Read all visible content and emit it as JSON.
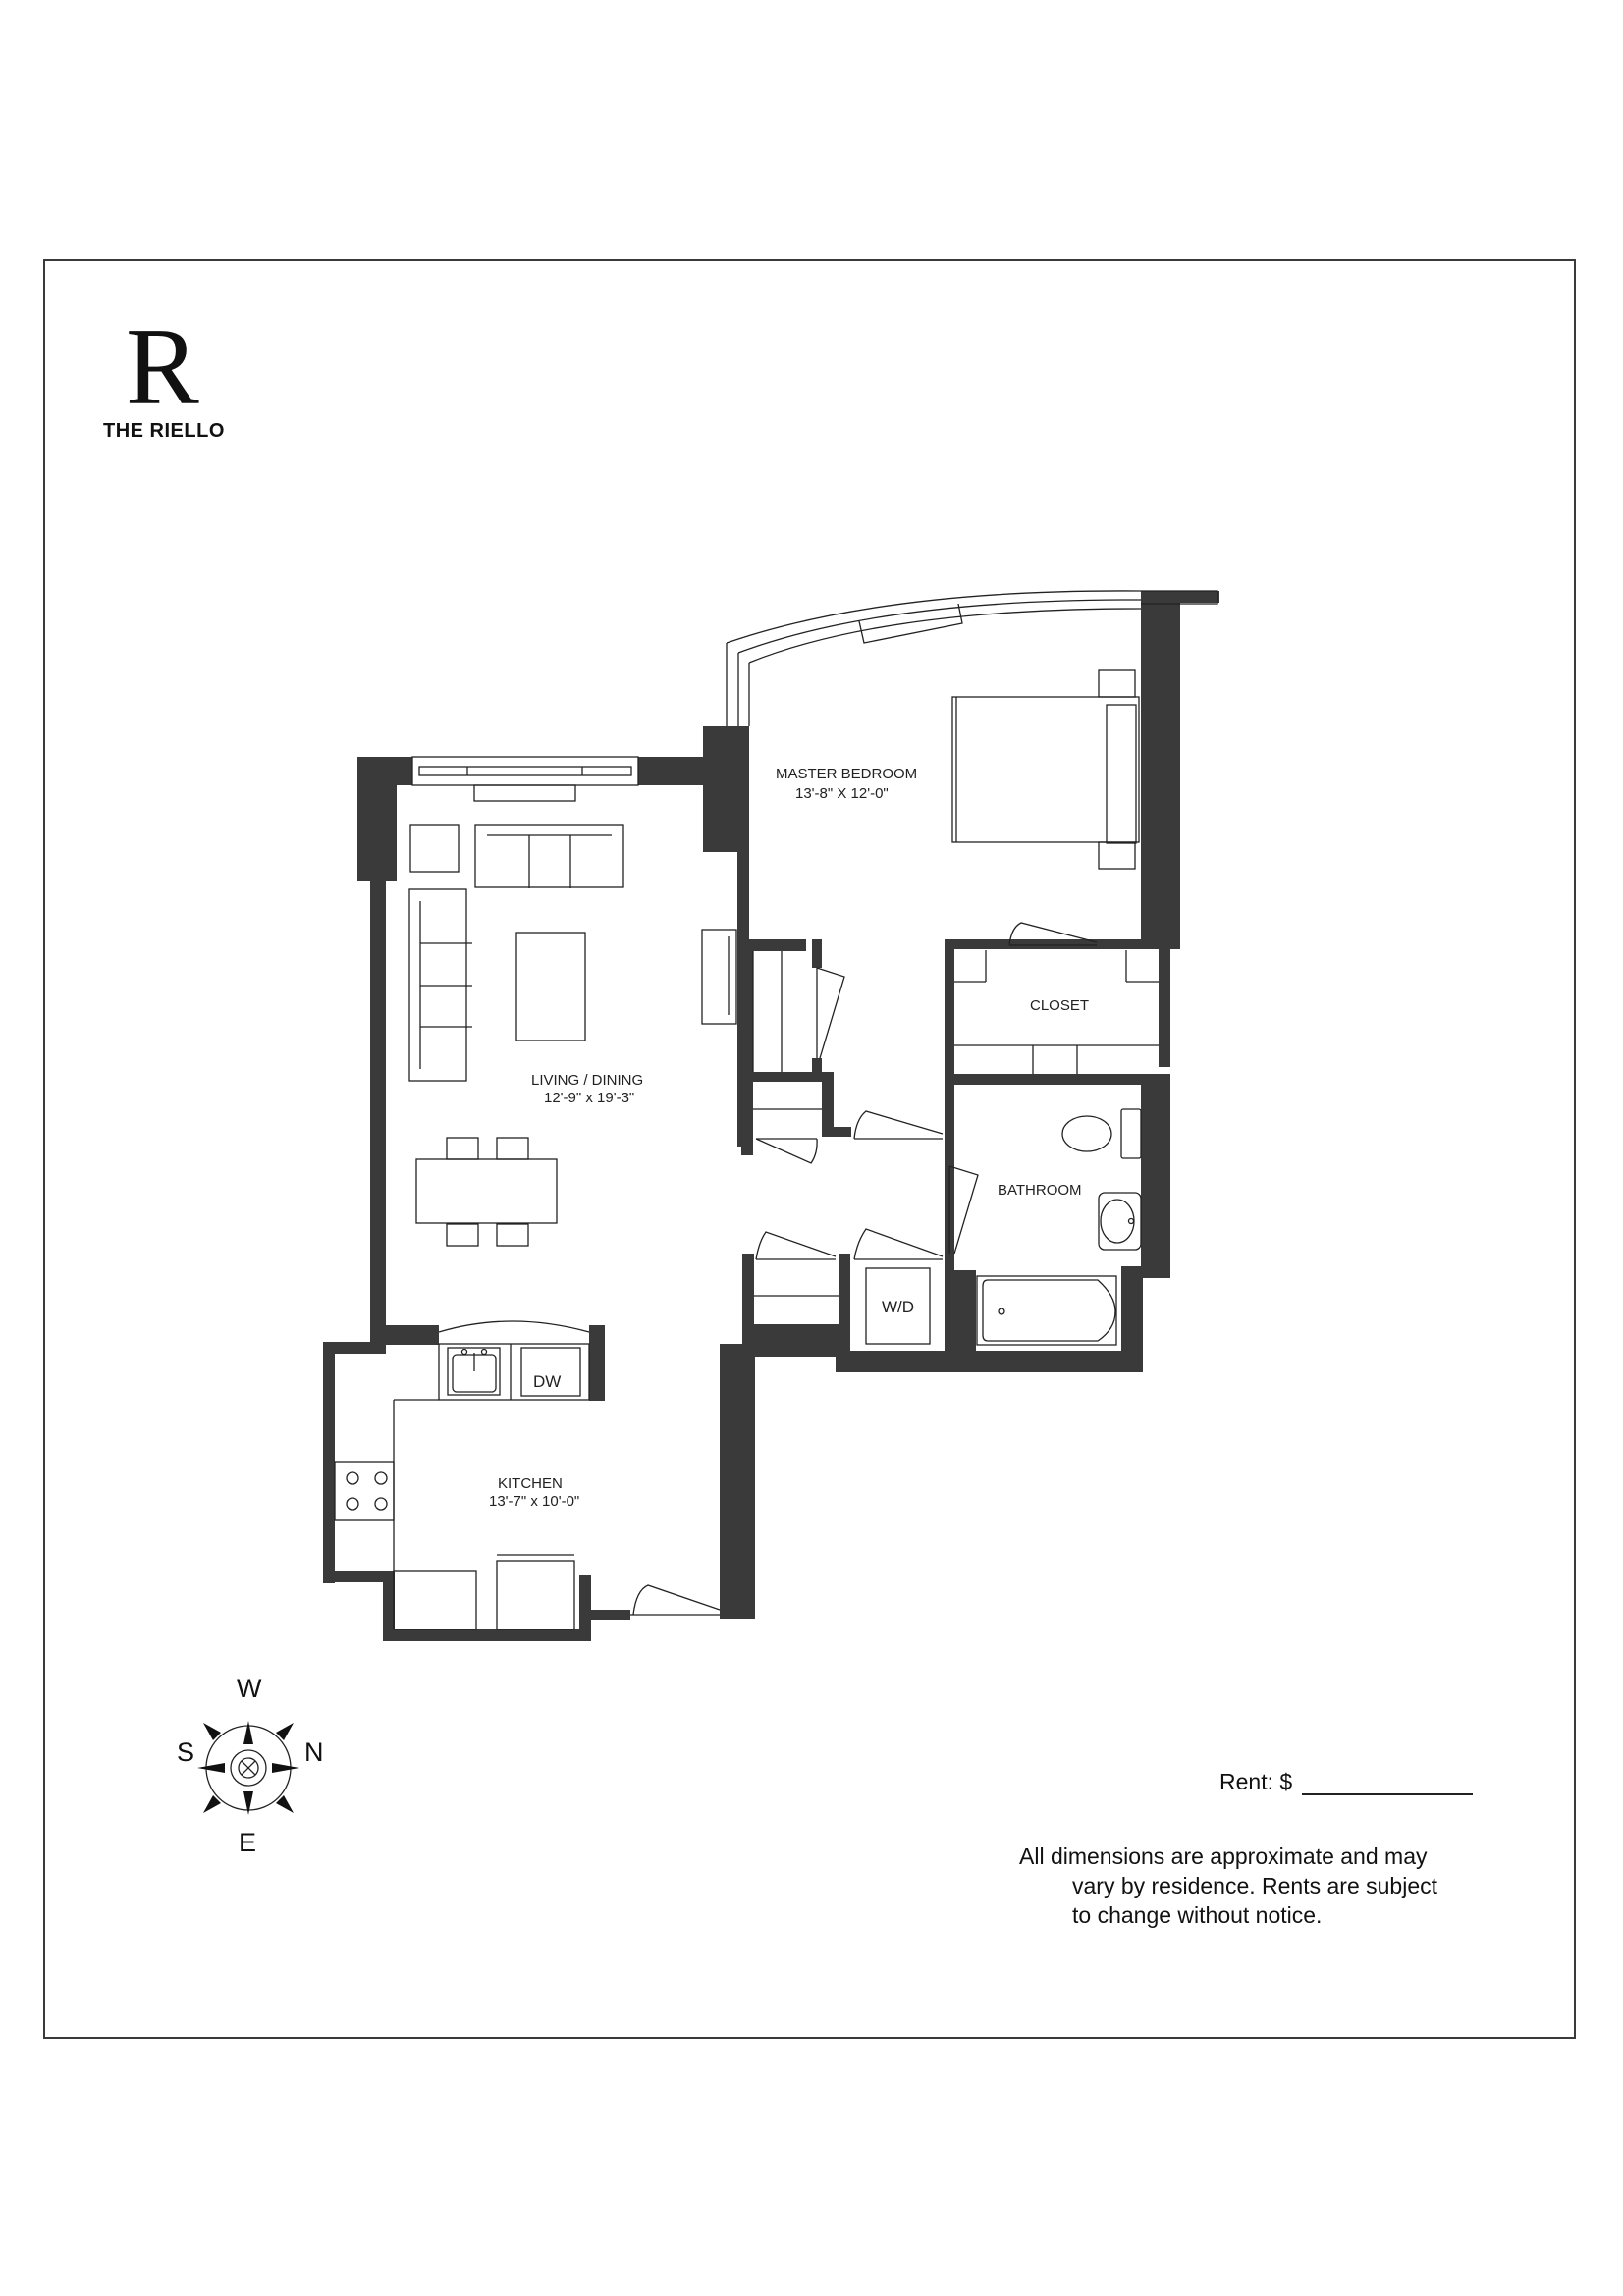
{
  "brand": {
    "logo_letter": "R",
    "name": "THE RIELLO"
  },
  "rooms": {
    "master_bedroom": {
      "name": "MASTER BEDROOM",
      "dimensions": "13'-8\" X 12'-0\""
    },
    "living_dining": {
      "name": "LIVING / DINING",
      "dimensions": "12'-9\" x 19'-3\""
    },
    "kitchen": {
      "name": "KITCHEN",
      "dimensions": "13'-7\" x 10'-0\""
    },
    "closet": {
      "name": "CLOSET"
    },
    "bathroom": {
      "name": "BATHROOM"
    }
  },
  "appliances": {
    "dishwasher": "DW",
    "washer_dryer": "W/D"
  },
  "compass": {
    "top": "W",
    "left": "S",
    "right": "N",
    "bottom": "E"
  },
  "pricing": {
    "rent_label": "Rent: $",
    "rent_value": ""
  },
  "disclaimer": {
    "line1": "All dimensions are approximate and may",
    "line2": "vary by residence. Rents are subject",
    "line3": "to change without notice."
  },
  "colors": {
    "wall": "#3a3a3a",
    "line": "#222222",
    "background": "#ffffff"
  }
}
